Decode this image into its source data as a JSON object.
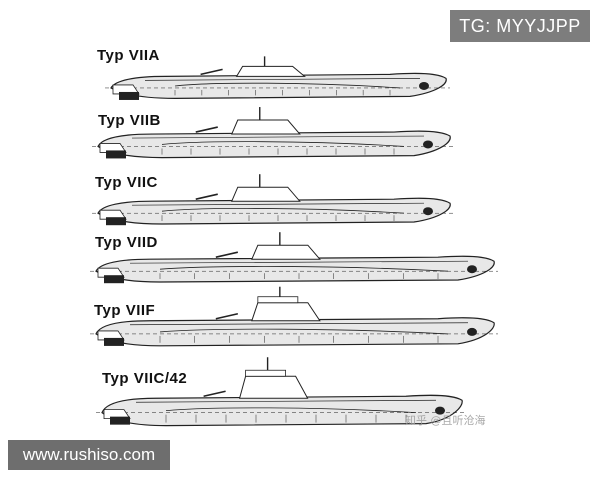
{
  "tag": {
    "text": "TG: MYYJJPP"
  },
  "site": {
    "text": "www.rushiso.com"
  },
  "watermark": {
    "text": "知乎 @且听沧海"
  },
  "submarines": [
    {
      "label": "Typ  VIIA"
    },
    {
      "label": "Typ  VIIB"
    },
    {
      "label": "Typ  VIIC"
    },
    {
      "label": "Typ  VIID"
    },
    {
      "label": "Typ  VIIF"
    },
    {
      "label": "Typ  VIIC/42"
    }
  ],
  "colors": {
    "line": "#222222",
    "hull_shade": "#e8e8e8",
    "tag_bg": "#7d7d7d",
    "site_bg": "#6e6e6e"
  }
}
